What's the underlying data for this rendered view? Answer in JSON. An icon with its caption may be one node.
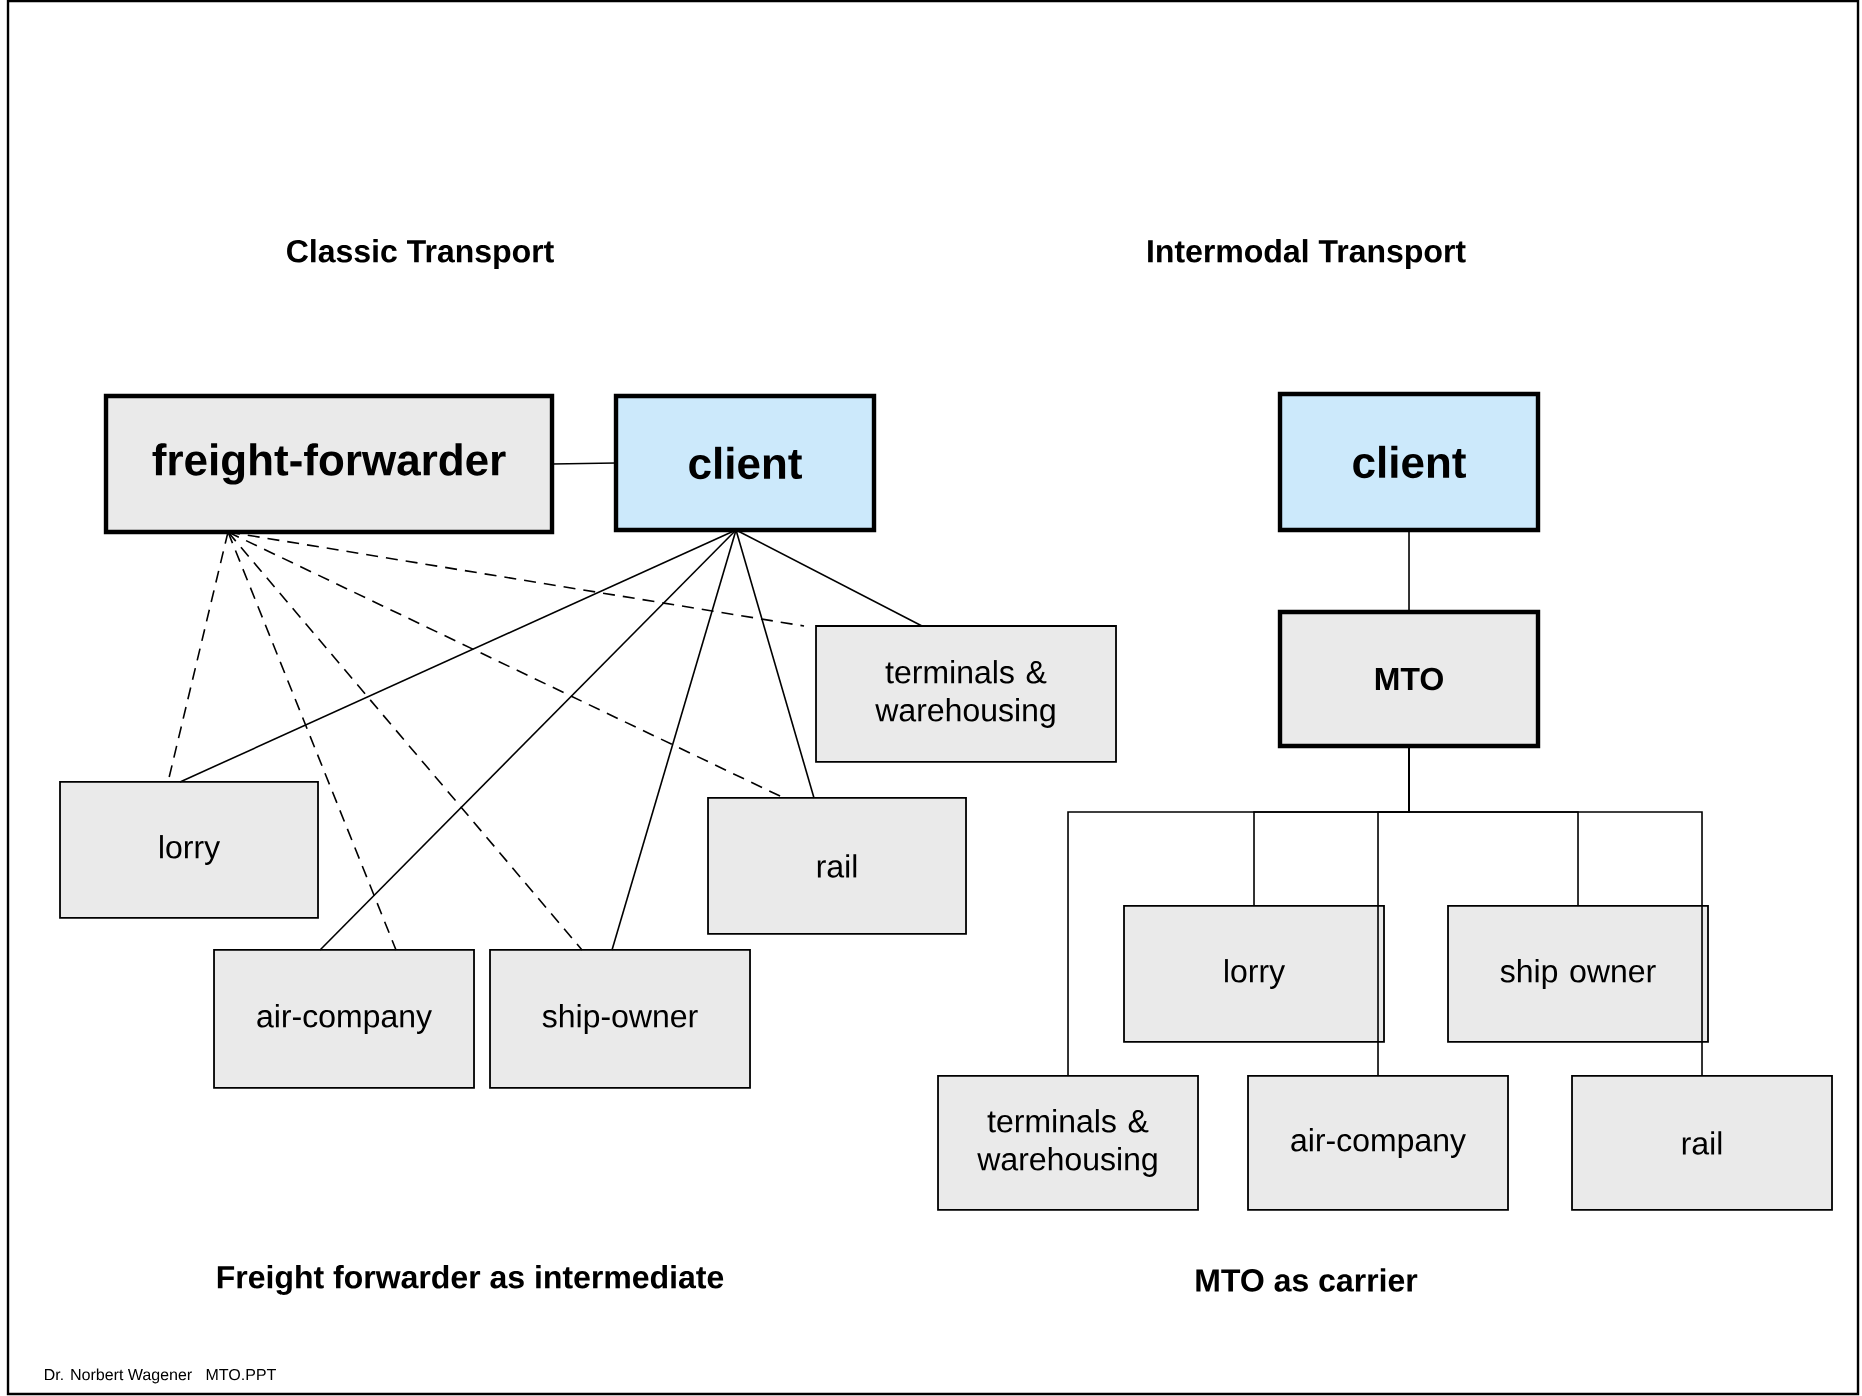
{
  "diagram": {
    "nodes": [
      {
        "text": [
          "freight-forwarder"
        ]
      },
      {
        "text": [
          "client"
        ]
      },
      {
        "text": [
          "terminals & warehousing"
        ]
      },
      {
        "text": [
          "lorry"
        ]
      },
      {
        "text": [
          "rail"
        ]
      },
      {
        "text": [
          "air-company"
        ]
      },
      {
        "text": [
          "ship-owner"
        ]
      },
      {
        "text": [
          "client"
        ]
      },
      {
        "text": [
          "MTO"
        ]
      },
      {
        "text": [
          "lorry"
        ]
      },
      {
        "text": [
          "ship owner"
        ]
      },
      {
        "text": [
          "terminals & warehousing"
        ]
      },
      {
        "text": [
          "air-company"
        ]
      },
      {
        "text": [
          "rail"
        ]
      }
    ],
    "edges": [
      {
        "from": 0,
        "to": 1,
        "arrow": "none"
      },
      {
        "from": 0,
        "to": 3,
        "arrow": "none",
        "style": "dashed"
      },
      {
        "from": 0,
        "to": 5,
        "arrow": "none",
        "style": "dashed"
      },
      {
        "from": 0,
        "to": 6,
        "arrow": "none",
        "style": "dashed"
      },
      {
        "from": 0,
        "to": 4,
        "arrow": "none",
        "style": "dashed"
      },
      {
        "from": 0,
        "to": 2,
        "arrow": "none",
        "style": "dashed"
      },
      {
        "from": 1,
        "to": 3,
        "arrow": "none"
      },
      {
        "from": 1,
        "to": 5,
        "arrow": "none"
      },
      {
        "from": 1,
        "to": 6,
        "arrow": "none"
      },
      {
        "from": 1,
        "to": 4,
        "arrow": "none"
      },
      {
        "from": 1,
        "to": 2,
        "arrow": "none"
      },
      {
        "from": 7,
        "to": 8,
        "arrow": "none"
      },
      {
        "from": 8,
        "to": 11,
        "arrow": "none"
      },
      {
        "from": 8,
        "to": 9,
        "arrow": "none"
      },
      {
        "from": 8,
        "to": 12,
        "arrow": "none"
      },
      {
        "from": 8,
        "to": 10,
        "arrow": "none"
      },
      {
        "from": 8,
        "to": 13,
        "arrow": "none"
      }
    ],
    "labels": [
      "Classic Transport",
      "Intermodal Transport",
      "Freight forwarder as intermediate",
      "MTO as carrier",
      "Dr. Norbert Wagener   MTO.PPT"
    ]
  }
}
